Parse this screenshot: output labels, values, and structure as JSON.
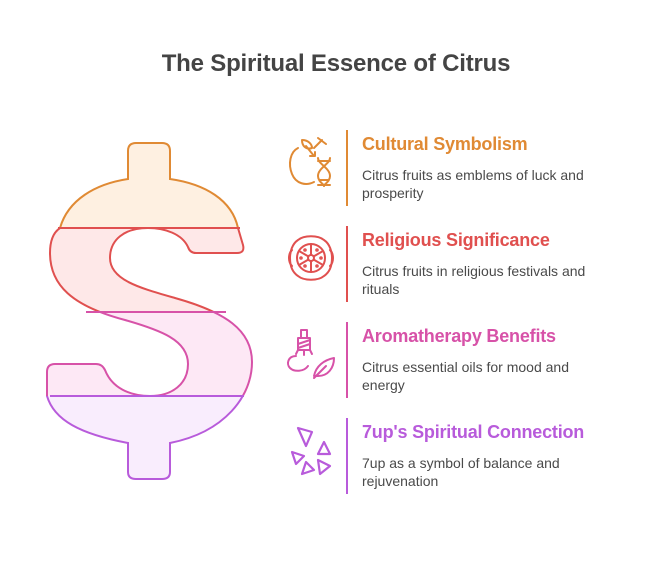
{
  "title": "The Spiritual Essence of Citrus",
  "colors": {
    "title": "#444444",
    "body_text": "#4a4a4a",
    "orange": "#E08A34",
    "red": "#E0504F",
    "pink": "#D752A8",
    "purple": "#B85BDB",
    "orange_fill": "#FEF0E1",
    "red_fill": "#FEE8E8",
    "pink_fill": "#FDE8F5",
    "purple_fill": "#F9EDFD"
  },
  "graphic": {
    "shape": "dollar-sign",
    "segments": [
      "orange",
      "red",
      "pink",
      "purple"
    ]
  },
  "items": [
    {
      "icon": "apple-dna-icon",
      "heading": "Cultural Symbolism",
      "description": "Citrus fruits as emblems of luck and prosperity",
      "color": "#E08A34"
    },
    {
      "icon": "citrus-slice-icon",
      "heading": "Religious Significance",
      "description": "Citrus fruits in religious festivals and rituals",
      "color": "#E0504F"
    },
    {
      "icon": "oil-bottle-leaf-icon",
      "heading": "Aromatherapy Benefits",
      "description": "Citrus essential oils for mood and energy",
      "color": "#D752A8"
    },
    {
      "icon": "seven-up-logo-icon",
      "heading": "7up's Spiritual Connection",
      "description": "7up as a symbol of balance and rejuvenation",
      "color": "#B85BDB"
    }
  ]
}
